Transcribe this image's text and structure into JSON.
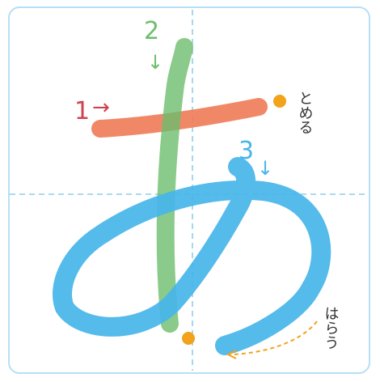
{
  "character": "あ",
  "strokes": [
    {
      "number": "1",
      "arrow": "→",
      "color": "#ee7b57"
    },
    {
      "number": "2",
      "arrow": "↓",
      "color": "#6dbd6d"
    },
    {
      "number": "3",
      "arrow": "↓",
      "color": "#47b6ea"
    }
  ],
  "notes": {
    "tome": "とめる",
    "harau": "はらう"
  },
  "colors": {
    "frame": "#b7dff5",
    "guide": "#8fcde8",
    "dot": "#f2a21b",
    "hint_arrow": "#f2a21b"
  }
}
